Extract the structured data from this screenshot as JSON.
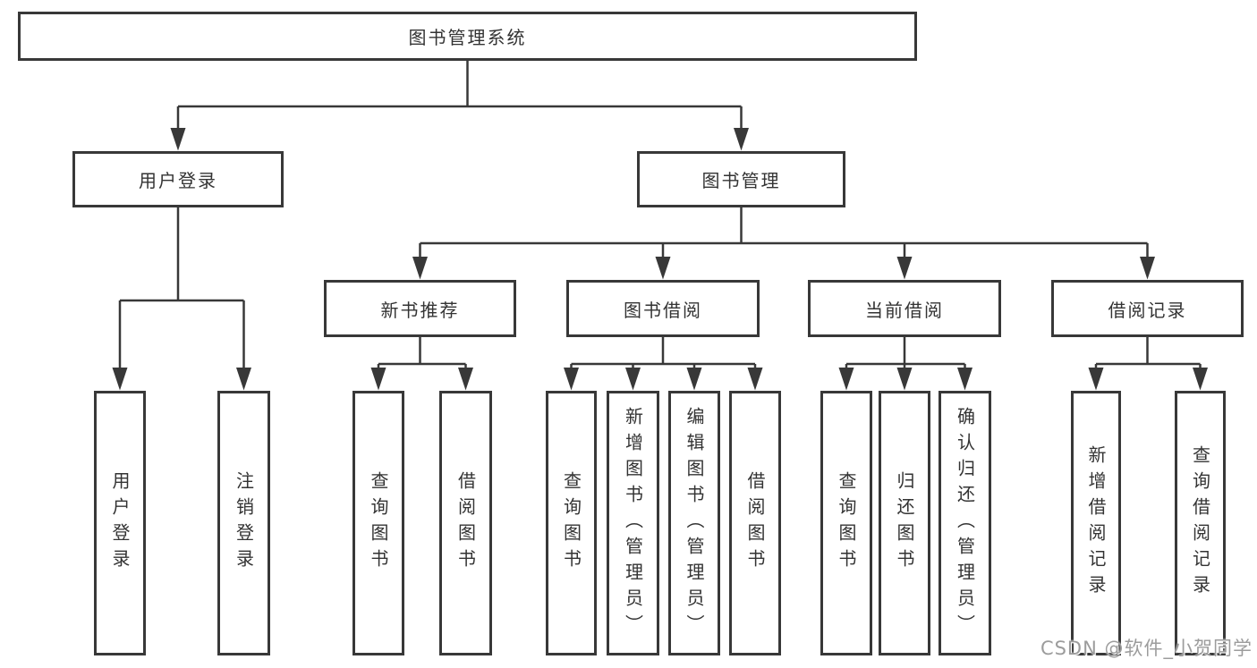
{
  "diagram": {
    "type": "hierarchy",
    "tree": {
      "root": {
        "label": "图书管理系统"
      },
      "branches": [
        {
          "label": "用户登录",
          "children": [
            {
              "label": "用户登录"
            },
            {
              "label": "注销登录"
            }
          ]
        },
        {
          "label": "图书管理",
          "sections": [
            {
              "label": "新书推荐",
              "children": [
                {
                  "label": "查询图书"
                },
                {
                  "label": "借阅图书"
                }
              ]
            },
            {
              "label": "图书借阅",
              "children": [
                {
                  "label": "查询图书"
                },
                {
                  "label": "新增图书（管理员）"
                },
                {
                  "label": "编辑图书（管理员）"
                },
                {
                  "label": "借阅图书"
                }
              ]
            },
            {
              "label": "当前借阅",
              "children": [
                {
                  "label": "查询图书"
                },
                {
                  "label": "归还图书"
                },
                {
                  "label": "确认归还（管理员）"
                }
              ]
            },
            {
              "label": "借阅记录",
              "children": [
                {
                  "label": "新增借阅记录"
                },
                {
                  "label": "查询借阅记录"
                }
              ]
            }
          ]
        }
      ]
    },
    "colors": {
      "line": "#383838",
      "box_border": "#383838",
      "box_fill": "#ffffff",
      "text": "#333333",
      "background": "#ffffff",
      "watermark": "#9c9c9c"
    }
  },
  "watermark": {
    "text": "CSDN @软件_小贺同学"
  }
}
